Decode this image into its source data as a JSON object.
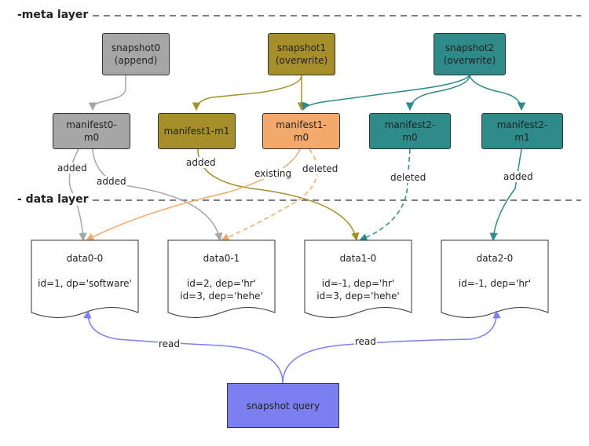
{
  "layers": {
    "meta": "-meta layer",
    "data": "- data layer"
  },
  "snapshots": [
    {
      "line1": "snapshot0",
      "line2": "(append)",
      "color": "#a6a6a6"
    },
    {
      "line1": "snapshot1",
      "line2": "(overwrite)",
      "color": "#a68f2a"
    },
    {
      "line1": "snapshot2",
      "line2": "(overwrite)",
      "color": "#2e8b89"
    }
  ],
  "manifests": [
    {
      "line1": "manifest0-",
      "line2": "m0",
      "color": "#a6a6a6"
    },
    {
      "line1": "manifest1-m1",
      "line2": "",
      "color": "#a68f2a"
    },
    {
      "line1": "manifest1-",
      "line2": "m0",
      "color": "#f2a96b"
    },
    {
      "line1": "manifest2-",
      "line2": "m0",
      "color": "#2e8b89"
    },
    {
      "line1": "manifest2-",
      "line2": "m1",
      "color": "#2e8b89"
    }
  ],
  "data_files": [
    {
      "title": "data0-0",
      "line1": "id=1, dp='software'",
      "line2": ""
    },
    {
      "title": "data0-1",
      "line1": "id=2, dep='hr'",
      "line2": "id=3, dep='hehe'"
    },
    {
      "title": "data1-0",
      "line1": "id=-1, dep='hr'",
      "line2": "id=3, dep='hehe'"
    },
    {
      "title": "data2-0",
      "line1": "id=-1, dep='hr'",
      "line2": ""
    }
  ],
  "query": {
    "label": "snapshot query",
    "color": "#7b7ff0"
  },
  "edge_labels": {
    "m0_added_left": "added",
    "m0_added_right": "added",
    "m1m1_added": "added",
    "m1m0_existing": "existing",
    "m1m0_deleted": "deleted",
    "m2m0_deleted": "deleted",
    "m2m1_added": "added",
    "read_left": "read",
    "read_right": "read"
  },
  "colors": {
    "gray_edge": "#a6a6a6",
    "olive_edge": "#a68f2a",
    "orange_edge": "#f2a96b",
    "teal_edge": "#2e8b89",
    "read_edge": "#7b7ff0",
    "separator": "#555555"
  }
}
